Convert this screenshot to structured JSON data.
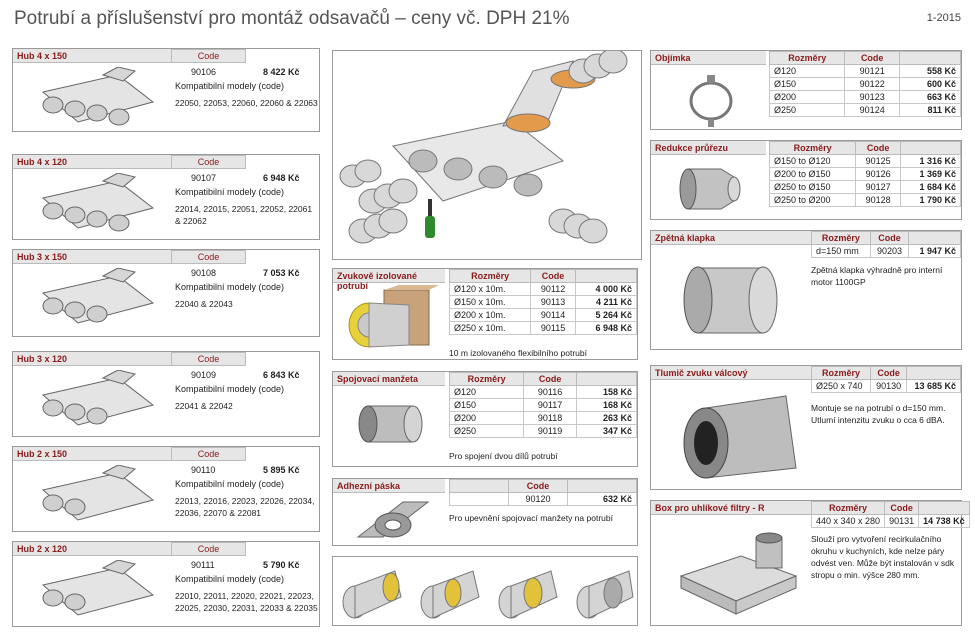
{
  "header": {
    "title": "Potrubí a příslušenství pro montáž odsavačů – ceny vč. DPH 21%",
    "edition": "1-2015"
  },
  "left_products": [
    {
      "name": "Hub 4 x 150",
      "code_label": "Code",
      "code": "90106",
      "price": "8 422 Kč",
      "compat_label": "Kompatibilní modely (code)",
      "compat": "22050, 22053, 22060, 22060 & 22063"
    },
    {
      "name": "Hub 4 x 120",
      "code_label": "Code",
      "code": "90107",
      "price": "6 948 Kč",
      "compat_label": "Kompatibilní modely (code)",
      "compat": "22014, 22015, 22051, 22052, 22061 & 22062"
    },
    {
      "name": "Hub 3 x 150",
      "code_label": "Code",
      "code": "90108",
      "price": "7 053 Kč",
      "compat_label": "Kompatibilní modely (code)",
      "compat": "22040 & 22043"
    },
    {
      "name": "Hub 3 x 120",
      "code_label": "Code",
      "code": "90109",
      "price": "6 843 Kč",
      "compat_label": "Kompatibilní modely (code)",
      "compat": "22041 & 22042"
    },
    {
      "name": "Hub 2 x 150",
      "code_label": "Code",
      "code": "90110",
      "price": "5 895 Kč",
      "compat_label": "Kompatibilní modely (code)",
      "compat": "22013, 22016, 22023, 22026, 22034, 22036, 22070 & 22081"
    },
    {
      "name": "Hub 2 x 120",
      "code_label": "Code",
      "code": "90111",
      "price": "5 790 Kč",
      "compat_label": "Kompatibilní modely (code)",
      "compat": "22010, 22011, 22020, 22021, 22023, 22025, 22030, 22031, 22033 & 22035"
    }
  ],
  "insulated": {
    "name": "Zvukově izolované potrubí",
    "col1": "Rozměry",
    "col2": "Code",
    "rows": [
      [
        "Ø120 x 10m.",
        "90112",
        "4 000 Kč"
      ],
      [
        "Ø150 x 10m.",
        "90113",
        "4 211 Kč"
      ],
      [
        "Ø200 x 10m.",
        "90114",
        "5 264 Kč"
      ],
      [
        "Ø250 x 10m.",
        "90115",
        "6 948 Kč"
      ]
    ],
    "note": "10 m izolovaného flexibilního potrubí"
  },
  "sleeve": {
    "name": "Spojovací manžeta",
    "col1": "Rozměry",
    "col2": "Code",
    "rows": [
      [
        "Ø120",
        "90116",
        "158 Kč"
      ],
      [
        "Ø150",
        "90117",
        "168 Kč"
      ],
      [
        "Ø200",
        "90118",
        "263 Kč"
      ],
      [
        "Ø250",
        "90119",
        "347 Kč"
      ]
    ],
    "note": "Pro spojení dvou dílů potrubí"
  },
  "tape": {
    "name": "Adhezní páska",
    "col2": "Code",
    "code": "90120",
    "price": "632 Kč",
    "note": "Pro upevnění spojovací manžety na potrubí"
  },
  "clamp": {
    "name": "Objímka",
    "col1": "Rozměry",
    "col2": "Code",
    "rows": [
      [
        "Ø120",
        "90121",
        "558 Kč"
      ],
      [
        "Ø150",
        "90122",
        "600 Kč"
      ],
      [
        "Ø200",
        "90123",
        "663 Kč"
      ],
      [
        "Ø250",
        "90124",
        "811 Kč"
      ]
    ]
  },
  "reducer": {
    "name": "Redukce průřezu",
    "col1": "Rozměry",
    "col2": "Code",
    "rows": [
      [
        "Ø150 to Ø120",
        "90125",
        "1 316 Kč"
      ],
      [
        "Ø200 to Ø150",
        "90126",
        "1 369 Kč"
      ],
      [
        "Ø250 to Ø150",
        "90127",
        "1 684 Kč"
      ],
      [
        "Ø250 to Ø200",
        "90128",
        "1 790 Kč"
      ]
    ]
  },
  "check_valve": {
    "name": "Zpětná klapka",
    "col1": "Rozměry",
    "col2": "Code",
    "size": "d=150 mm",
    "code": "90203",
    "price": "1 947 Kč",
    "note": "Zpětná klapka výhradně pro interní motor 1100GP"
  },
  "silencer": {
    "name": "Tlumič zvuku válcový",
    "col1": "Rozměry",
    "col2": "Code",
    "size": "Ø250 x 740",
    "code": "90130",
    "price": "13 685 Kč",
    "note": "Montuje se na potrubí o d=150 mm. Utlumí intenzitu zvuku o cca 6 dBA."
  },
  "carbon_box": {
    "name": "Box pro uhlíkové filtry - R",
    "col1": "Rozměry",
    "col2": "Code",
    "size": "440 x 340 x 280",
    "code": "90131",
    "price": "14 738 Kč",
    "note": "Slouží pro vytvoření recirkulačního okruhu v kuchyních, kde nelze páry odvést ven. Může být instalován v sdk stropu o min. výšce 280 mm."
  }
}
